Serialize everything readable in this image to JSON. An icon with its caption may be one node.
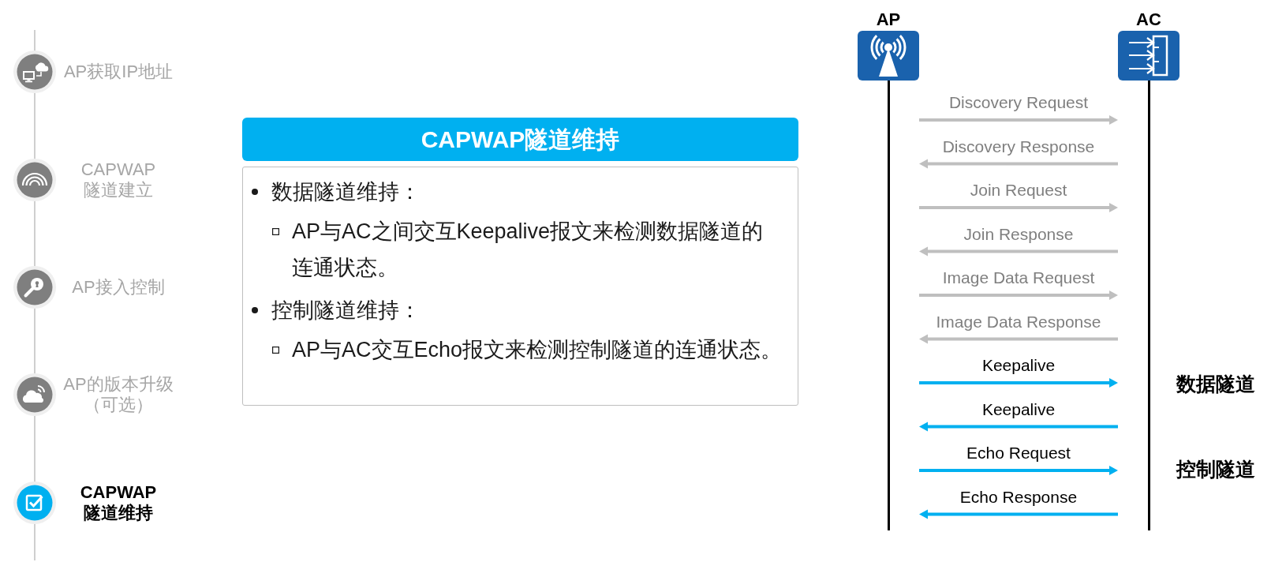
{
  "diagram": {
    "nodes": [
      {
        "text": [],
        "shape": "circle",
        "beside": [
          "AP获取IP地址"
        ]
      },
      {
        "text": [],
        "shape": "circle",
        "beside": [
          "CAPWAP隧道建立"
        ]
      },
      {
        "text": [],
        "shape": "circle",
        "beside": [
          "AP接入控制"
        ]
      },
      {
        "text": [],
        "shape": "circle",
        "beside": [
          "AP的版本升级（可选）"
        ]
      },
      {
        "text": [],
        "shape": "circle",
        "beside": [
          "CAPWAP隧道维持"
        ]
      },
      {
        "text": [
          "CAPWAP隧道维持"
        ]
      },
      {
        "text": [
          "数据隧道维持：",
          "AP与AC之间交互Keepalive报文来检测数据隧道的连通状态。",
          "控制隧道维持：",
          "AP与AC交互Echo报文来检测控制隧道的连通状态。"
        ]
      },
      {
        "text": [
          "AP"
        ]
      },
      {
        "text": [
          "AC"
        ]
      }
    ],
    "edges": [
      {
        "from": null,
        "to": 0,
        "arrow": "none"
      },
      {
        "from": 0,
        "to": 1,
        "arrow": "none"
      },
      {
        "from": 1,
        "to": 2,
        "arrow": "none"
      },
      {
        "from": 2,
        "to": 3,
        "arrow": "none"
      },
      {
        "from": 3,
        "to": 4,
        "arrow": "none"
      },
      {
        "from": 4,
        "to": null,
        "arrow": "none"
      },
      {
        "from": 7,
        "to": 8,
        "arrow": "to",
        "label": "Discovery Request"
      },
      {
        "from": 8,
        "to": 7,
        "arrow": "to",
        "label": "Discovery Response"
      },
      {
        "from": 7,
        "to": 8,
        "arrow": "to",
        "label": "Join Request"
      },
      {
        "from": 8,
        "to": 7,
        "arrow": "to",
        "label": "Join Response"
      },
      {
        "from": 7,
        "to": 8,
        "arrow": "to",
        "label": "Image Data Request"
      },
      {
        "from": 8,
        "to": 7,
        "arrow": "to",
        "label": "Image Data Response"
      },
      {
        "from": 7,
        "to": 8,
        "arrow": "to",
        "label": "Keepalive",
        "color": "#00b0f0"
      },
      {
        "from": 8,
        "to": 7,
        "arrow": "to",
        "label": "Keepalive",
        "color": "#00b0f0"
      },
      {
        "from": 7,
        "to": 8,
        "arrow": "to",
        "label": "Echo Request",
        "color": "#00b0f0"
      },
      {
        "from": 8,
        "to": 7,
        "arrow": "to",
        "label": "Echo Response",
        "color": "#00b0f0"
      }
    ],
    "labels": [
      "数据隧道",
      "控制隧道"
    ]
  }
}
